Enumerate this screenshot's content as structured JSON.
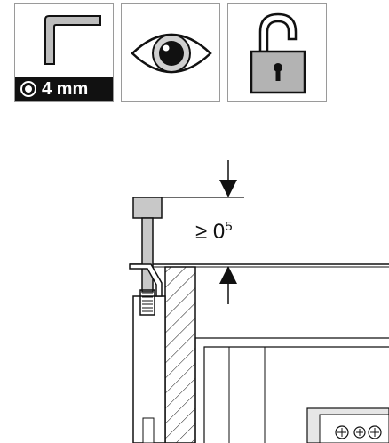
{
  "tool": {
    "size_label": "4 mm"
  },
  "dimension": {
    "symbol": "≥ 0",
    "superscript": "5"
  },
  "icons": [
    "hex-key-icon",
    "eye-icon",
    "padlock-unlocked-icon"
  ],
  "colors": {
    "line": "#111111",
    "part_fill": "#b3b3b3",
    "tile_border": "#9a9a9a"
  }
}
